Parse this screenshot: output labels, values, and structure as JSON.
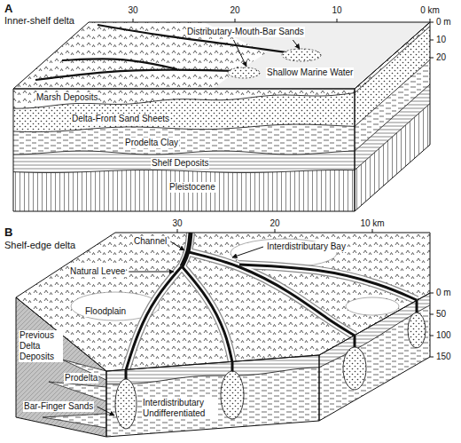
{
  "diagram": {
    "labels": [
      "A",
      "Inner-shelf delta",
      "30",
      "20",
      "10",
      "0 km",
      "0 m",
      "10",
      "20",
      "Distributary-Mouth-Bar Sands",
      "Shallow Marine Water",
      "Marsh Deposits",
      "Delta-Front Sand Sheets",
      "Prodelta Clay",
      "Shelf Deposits",
      "Pleistocene",
      "B",
      "Shelf-edge delta",
      "Channel",
      "Interdistributary Bay",
      "30",
      "20",
      "10 km",
      "Natural Levee",
      "Floodplain",
      "Previous Delta Deposits",
      "Prodelta",
      "Interdistributary Undifferentiated",
      "Bar-Finger Sands",
      "0 m",
      "50",
      "100",
      "150"
    ]
  }
}
